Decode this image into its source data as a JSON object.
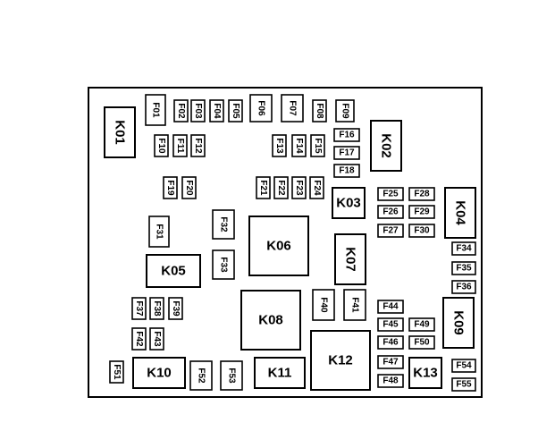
{
  "diagram": {
    "relays": [
      "K01",
      "K02",
      "K03",
      "K04",
      "K05",
      "K06",
      "K07",
      "K08",
      "K09",
      "K10",
      "K11",
      "K12",
      "K13"
    ],
    "fuses": [
      "F01",
      "F02",
      "F03",
      "F04",
      "F05",
      "F06",
      "F07",
      "F08",
      "F09",
      "F10",
      "F11",
      "F12",
      "F13",
      "F14",
      "F15",
      "F16",
      "F17",
      "F18",
      "F19",
      "F20",
      "F21",
      "F22",
      "F23",
      "F24",
      "F25",
      "F26",
      "F27",
      "F28",
      "F29",
      "F30",
      "F31",
      "F32",
      "F33",
      "F34",
      "F35",
      "F36",
      "F37",
      "F38",
      "F39",
      "F40",
      "F41",
      "F42",
      "F43",
      "F44",
      "F45",
      "F46",
      "F47",
      "F48",
      "F49",
      "F50",
      "F51",
      "F52",
      "F53",
      "F54",
      "F55"
    ]
  }
}
